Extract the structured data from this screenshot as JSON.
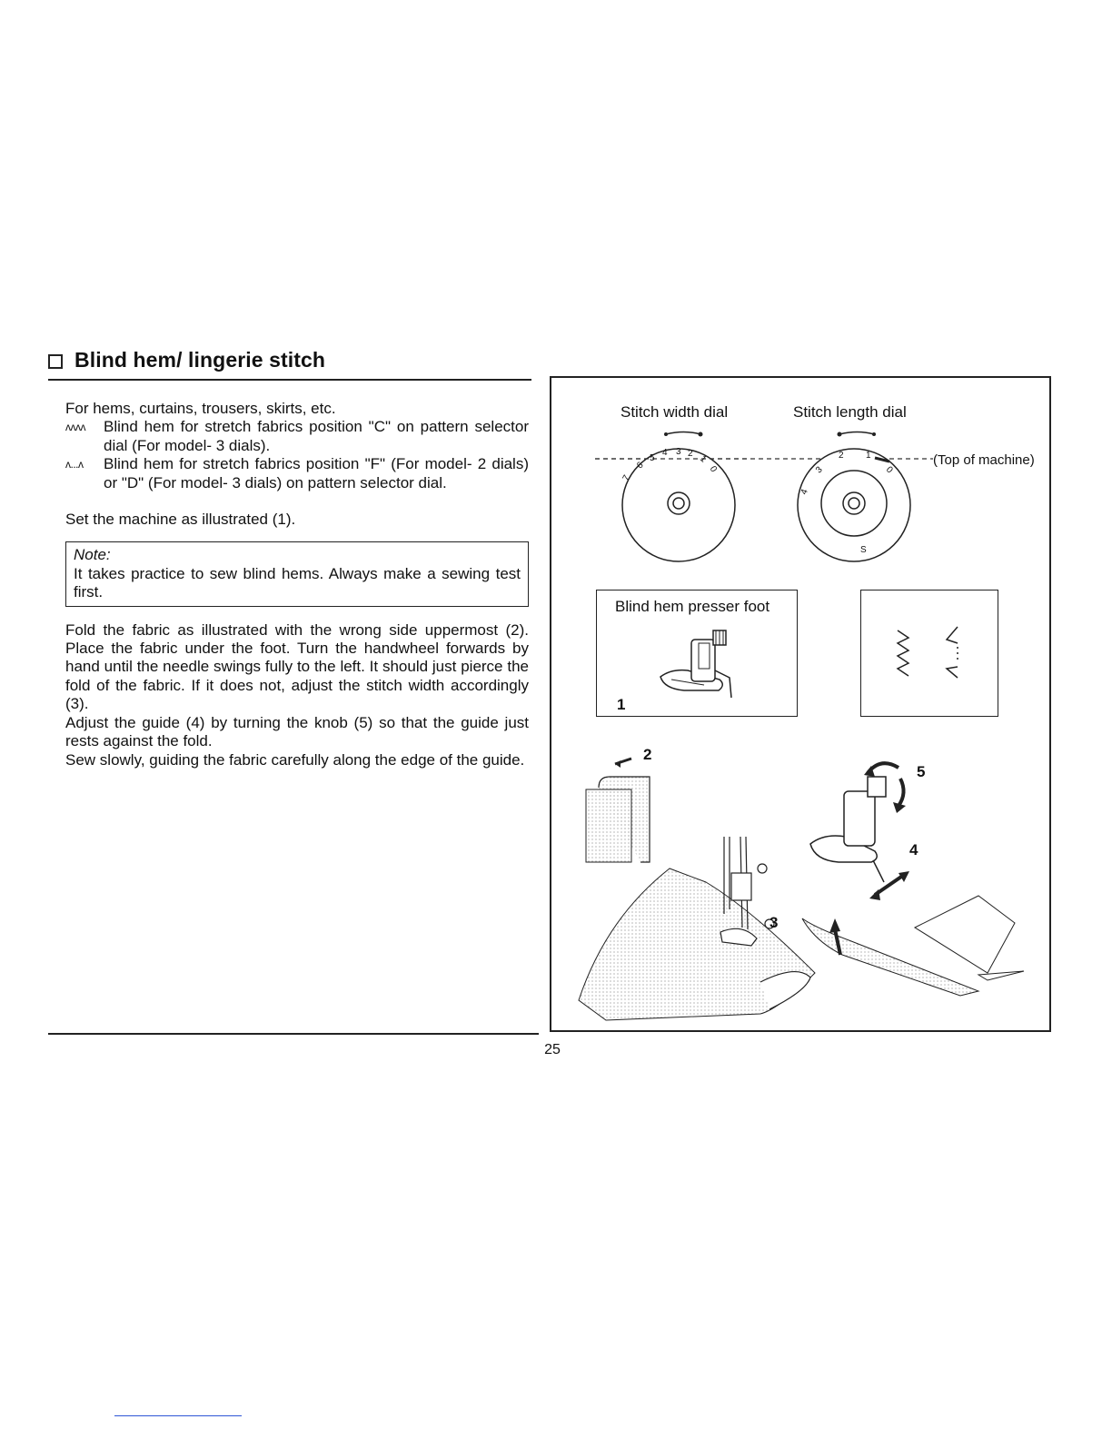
{
  "section": {
    "title": "Blind hem/ lingerie stitch"
  },
  "body": {
    "intro": "For hems, curtains, trousers, skirts, etc.",
    "item1_symbol": "ʌʌʌʌ",
    "item1_text": "Blind hem for stretch fabrics position \"C\" on pattern selector dial (For model- 3 dials).",
    "item2_symbol": "ʌ...ʌ",
    "item2_text": "Blind hem for stretch fabrics position \"F\" (For model- 2 dials) or \"D\" (For model- 3 dials) on pattern selector dial.",
    "set_machine": "Set the machine as illustrated (1).",
    "note_label": "Note:",
    "note_text": "It takes practice to sew blind hems. Always make a sewing test first.",
    "para_fold": "Fold the fabric as illustrated with the wrong side uppermost (2). Place the fabric under the foot. Turn the handwheel forwards by hand until the needle swings fully to the left. It should just pierce the fold of the fabric. If it does not, adjust the stitch width accordingly (3).",
    "para_adjust": "Adjust the guide (4) by turning the knob (5) so that the guide just rests against the fold.",
    "para_sew": "Sew slowly, guiding the fabric carefully along the edge of the guide."
  },
  "figure": {
    "stitch_width_label": "Stitch width dial",
    "stitch_length_label": "Stitch length dial",
    "top_of_machine": "(Top of machine)",
    "presser_foot_label": "Blind hem presser foot",
    "width_dial_numbers": [
      "7",
      "6",
      "5",
      "4",
      "3",
      "2",
      "1",
      "0"
    ],
    "length_dial_numbers": [
      "4",
      "3",
      "2",
      "1",
      "0",
      "S"
    ],
    "callout_1": "1",
    "callout_2": "2",
    "callout_3": "3",
    "callout_4": "4",
    "callout_5": "5"
  },
  "footer": {
    "page_number": "25"
  }
}
